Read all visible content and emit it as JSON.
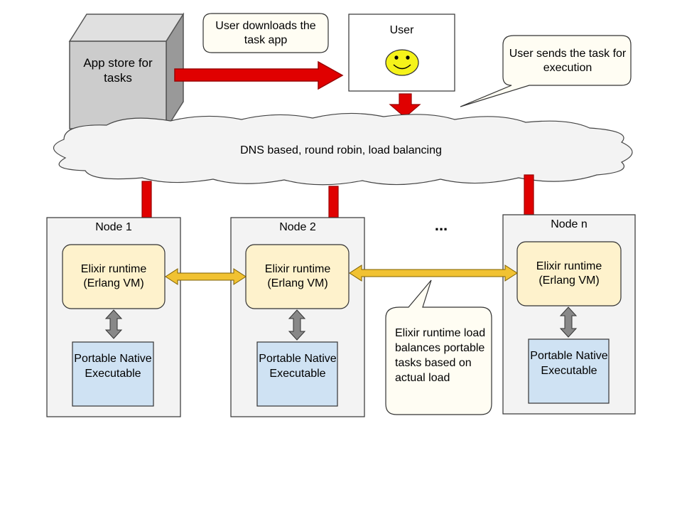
{
  "app_store": {
    "label": "App store for tasks"
  },
  "callout_download": {
    "text": "User downloads the task app"
  },
  "user_box": {
    "title": "User"
  },
  "callout_send": {
    "text": "User sends the task for execution"
  },
  "cloud": {
    "label": "DNS based, round robin, load balancing"
  },
  "ellipsis": "...",
  "nodes": [
    {
      "title": "Node 1",
      "runtime": "Elixir runtime (Erlang VM)",
      "executable": "Portable Native Executable"
    },
    {
      "title": "Node 2",
      "runtime": "Elixir runtime (Erlang VM)",
      "executable": "Portable Native Executable"
    },
    {
      "title": "Node n",
      "runtime": "Elixir runtime (Erlang VM)",
      "executable": "Portable Native Executable"
    }
  ],
  "callout_balance": {
    "text": "Elixir runtime load balances portable tasks based on actual load"
  },
  "colors": {
    "red_arrow": "#e00000",
    "runtime_fill": "#fef2cc",
    "executable_fill": "#cfe2f3",
    "node_fill": "#f3f3f3",
    "cube_fill": "#cccccc",
    "smiley_fill": "#f5f31a",
    "gold_arrow": "#f1c232",
    "gray_arrow": "#888888",
    "callout_fill": "#fffdf3"
  }
}
